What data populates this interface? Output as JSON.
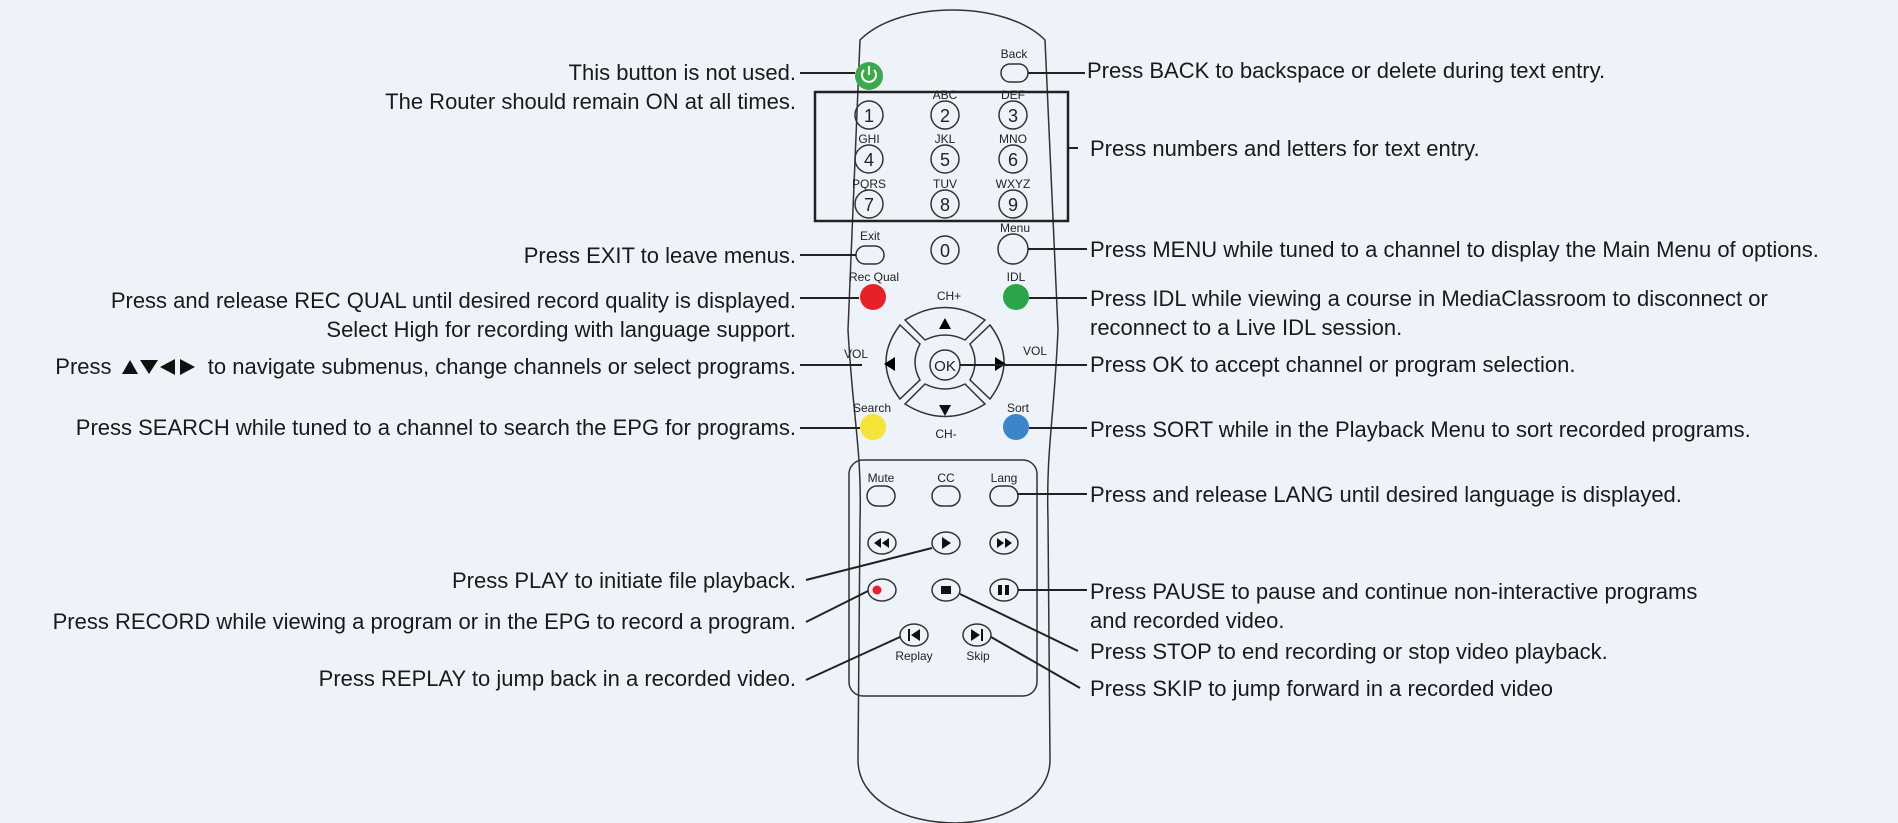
{
  "remote": {
    "keys": [
      {
        "id": "power",
        "label": "",
        "icon": "power-icon"
      },
      {
        "id": "back",
        "label": "Back"
      },
      {
        "id": "1",
        "label": "1",
        "letters": ""
      },
      {
        "id": "2",
        "label": "2",
        "letters": "ABC"
      },
      {
        "id": "3",
        "label": "3",
        "letters": "DEF"
      },
      {
        "id": "4",
        "label": "4",
        "letters": "GHI"
      },
      {
        "id": "5",
        "label": "5",
        "letters": "JKL"
      },
      {
        "id": "6",
        "label": "6",
        "letters": "MNO"
      },
      {
        "id": "7",
        "label": "7",
        "letters": "PQRS"
      },
      {
        "id": "8",
        "label": "8",
        "letters": "TUV"
      },
      {
        "id": "9",
        "label": "9",
        "letters": "WXYZ"
      },
      {
        "id": "0",
        "label": "0"
      },
      {
        "id": "exit",
        "label": "Exit"
      },
      {
        "id": "menu",
        "label": "Menu"
      },
      {
        "id": "recqual",
        "label": "Rec Qual"
      },
      {
        "id": "idl",
        "label": "IDL"
      },
      {
        "id": "chplus",
        "label": "CH+"
      },
      {
        "id": "chminus",
        "label": "CH-"
      },
      {
        "id": "volleft",
        "label": "VOL"
      },
      {
        "id": "volright",
        "label": "VOL"
      },
      {
        "id": "ok",
        "label": "OK"
      },
      {
        "id": "search",
        "label": "Search"
      },
      {
        "id": "sort",
        "label": "Sort"
      },
      {
        "id": "mute",
        "label": "Mute"
      },
      {
        "id": "cc",
        "label": "CC"
      },
      {
        "id": "lang",
        "label": "Lang"
      },
      {
        "id": "replay",
        "label": "Replay"
      },
      {
        "id": "skip",
        "label": "Skip"
      }
    ],
    "colors": {
      "power": "#3aaa4a",
      "recqual": "#e8202a",
      "idl": "#2aa548",
      "search": "#f5e33a",
      "sort": "#3a86c8",
      "record_dot": "#e8202a",
      "background": "#edf3f9",
      "outline": "#333333"
    }
  },
  "callouts": {
    "power": [
      "This button is not used.",
      "The Router should remain ON at all times."
    ],
    "back": [
      "Press BACK to backspace or delete during text entry."
    ],
    "numbers": [
      "Press numbers and letters for text entry."
    ],
    "exit": [
      "Press EXIT to leave menus."
    ],
    "menu": [
      "Press MENU while tuned to a channel to display the Main Menu of options."
    ],
    "recqual": [
      "Press and release REC QUAL until desired record quality is displayed.",
      "Select High for recording with language support."
    ],
    "idl": [
      "Press IDL while viewing a course in MediaClassroom to disconnect or",
      "reconnect to a Live IDL session."
    ],
    "nav_prefix": "Press",
    "nav_suffix": "to navigate submenus, change channels or select programs.",
    "ok": [
      "Press OK to accept channel or program selection."
    ],
    "search": [
      "Press SEARCH while tuned to a channel to search the EPG for programs."
    ],
    "sort": [
      "Press SORT while in the Playback Menu to sort recorded programs."
    ],
    "lang": [
      "Press and release LANG until desired language is displayed."
    ],
    "play": [
      "Press PLAY to initiate file playback."
    ],
    "pause": [
      "Press PAUSE to pause and continue non-interactive programs",
      "and recorded video."
    ],
    "record": [
      "Press RECORD while viewing a program or in the EPG to record a program."
    ],
    "stop": [
      "Press STOP to end recording or stop video playback."
    ],
    "replay": [
      "Press REPLAY to jump back in a recorded video."
    ],
    "skip": [
      "Press SKIP to jump forward in a recorded video"
    ]
  }
}
